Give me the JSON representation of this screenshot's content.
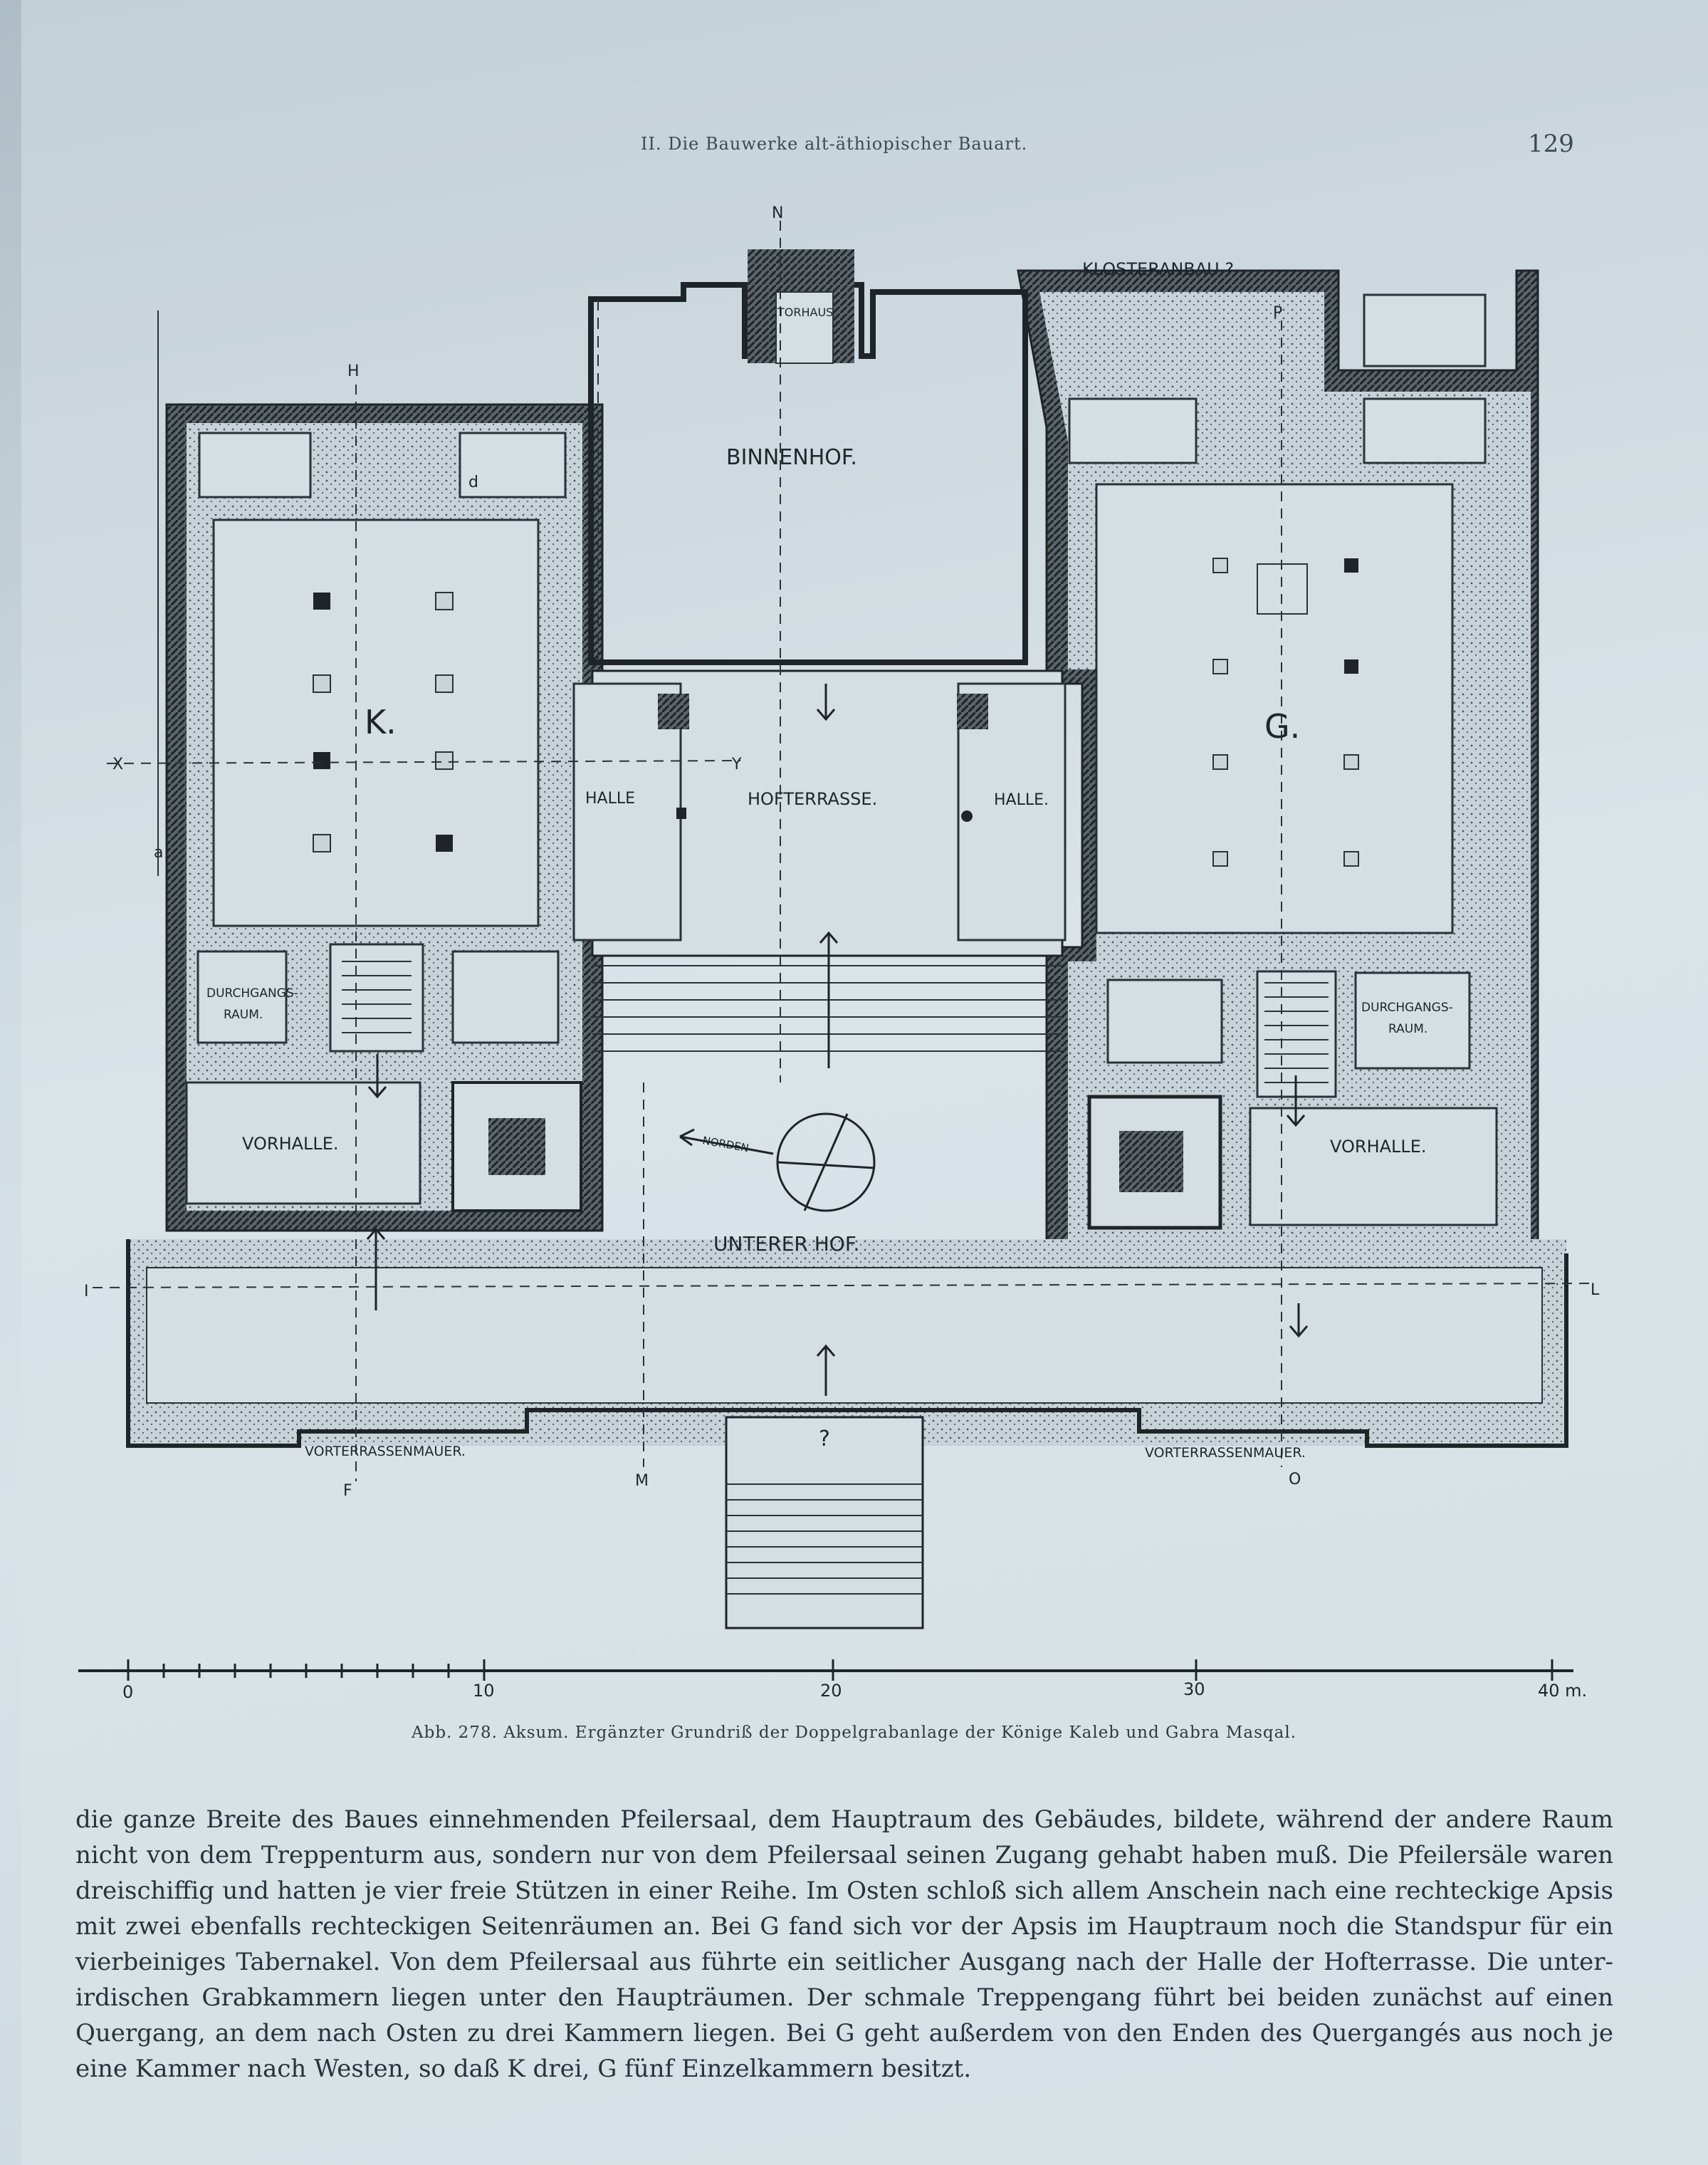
{
  "header": {
    "running_title": "II. Die Bauwerke alt-äthiopischer Bauart.",
    "page_number": "129"
  },
  "plan": {
    "labels": {
      "north": "N",
      "torhaus": "TORHAUS",
      "klosteranbau": "KLOSTERANBAU ?",
      "p": "P",
      "h": "H",
      "d": "d",
      "binnenhof": "BINNENHOF.",
      "k": "K.",
      "g": "G.",
      "x": "X",
      "y": "Y",
      "a": "a",
      "halle_left": "HALLE",
      "hofterrasse": "HOFTERRASSE.",
      "halle_right": "HALLE.",
      "durchgang_left_1": "DURCHGANGS-",
      "durchgang_left_2": "RAUM.",
      "durchgang_right_1": "DURCHGANGS-",
      "durchgang_right_2": "RAUM.",
      "vorhalle_left": "VORHALLE.",
      "vorhalle_right": "VORHALLE.",
      "norden": "NORDEN",
      "unterer_hof": "UNTERER HOF.",
      "i": "I",
      "l": "L",
      "vorterrasse_left": "VORTERRASSENMAUER.",
      "vorterrasse_right": "VORTERRASSENMAUER.",
      "f": "F",
      "m": "M",
      "o": "O",
      "question": "?"
    },
    "scale": {
      "ticks": [
        "0",
        "10",
        "20",
        "30",
        "40 m."
      ]
    }
  },
  "caption": "Abb. 278. Aksum. Ergänzter Grundriß der Doppelgrabanlage der Könige Kaleb und Gabra Masqal.",
  "body_lines": [
    "die ganze Breite des Baues einnehmenden Pfeilersaal, dem Hauptraum des Gebäudes, bildete, während der andere Raum",
    "nicht von dem Treppenturm aus, sondern nur von dem Pfeilersaal seinen Zugang gehabt haben muß. Die Pfeilersäle waren",
    "dreischiffig und hatten je vier freie Stützen in einer Reihe. Im Osten schloß sich allem Anschein nach eine rechteckige Apsis",
    "mit zwei ebenfalls rechteckigen Seitenräumen an. Bei G fand sich vor der Apsis im Hauptraum noch die Standspur für ein",
    "vierbeiniges Tabernakel. Von dem Pfeilersaal aus führte ein seitlicher Ausgang nach der Halle der Hofterrasse. Die unter-",
    "irdischen Grabkammern liegen unter den Haupträumen. Der schmale Treppengang führt bei beiden zunächst auf einen",
    "Quergang, an dem nach Osten zu drei Kammern liegen. Bei G geht außerdem von den Enden des Quergangés aus noch je",
    "eine Kammer nach Westen, so daß K drei, G fünf Einzelkammern besitzt."
  ]
}
